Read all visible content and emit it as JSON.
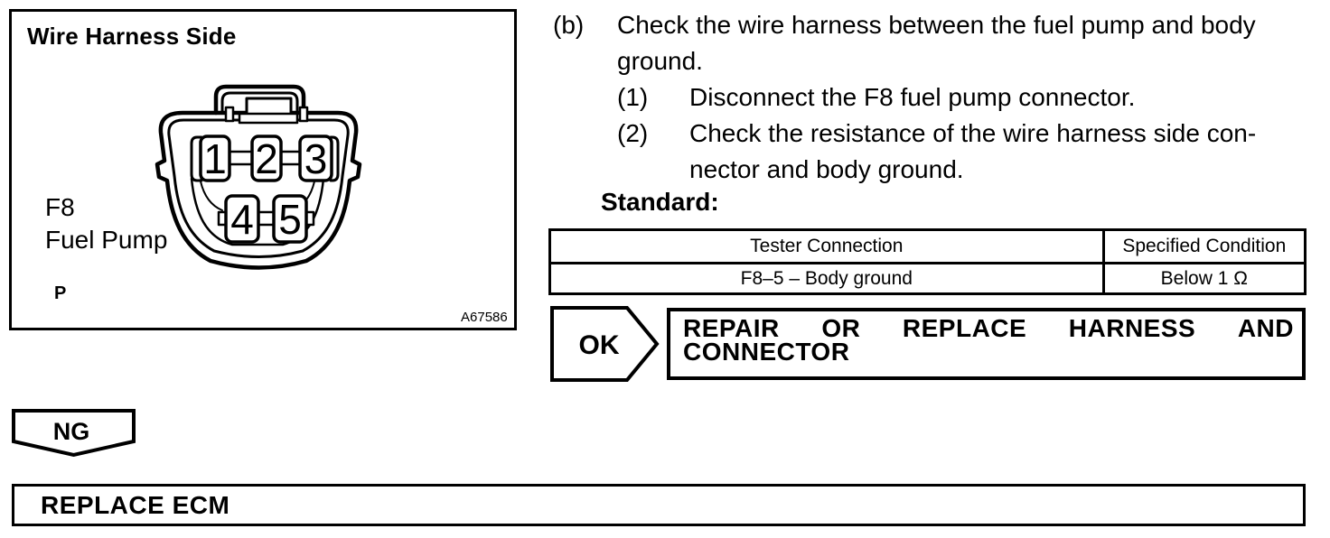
{
  "figure": {
    "title": "Wire Harness Side",
    "connector_code": "F8",
    "connector_name": "Fuel Pump",
    "wire_color": "P",
    "figure_code": "A67586",
    "pins": [
      "1",
      "2",
      "3",
      "4",
      "5"
    ]
  },
  "instructions": {
    "step_label": "(b)",
    "step_line1": "Check the wire harness between the fuel pump and body",
    "step_line2": "ground.",
    "sub1_label": "(1)",
    "sub1_text": "Disconnect the F8 fuel pump connector.",
    "sub2_label": "(2)",
    "sub2_line1": "Check the resistance of the wire harness side con-",
    "sub2_line2": "nector and body ground.",
    "standard_label": "Standard:"
  },
  "table": {
    "headers": [
      "Tester Connection",
      "Specified Condition"
    ],
    "rows": [
      [
        "F8–5 – Body ground",
        "Below 1 Ω"
      ]
    ]
  },
  "flow": {
    "ok_label": "OK",
    "ok_action_line1": "REPAIR OR REPLACE HARNESS AND",
    "ok_action_line2": "CONNECTOR",
    "ng_label": "NG",
    "ng_action": "REPLACE ECM"
  }
}
